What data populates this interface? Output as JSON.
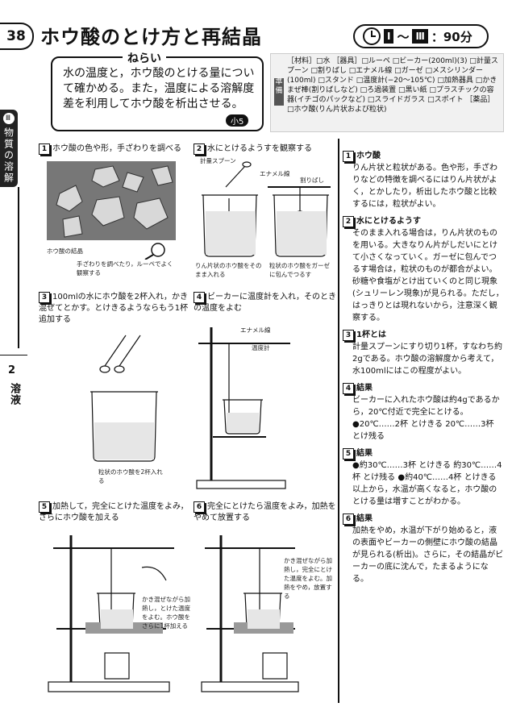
{
  "page_number": "38",
  "title": "ホウ酸のとけ方と再結晶",
  "time": {
    "from": "Ⅰ",
    "sep": "〜",
    "to": "Ⅲ",
    "duration": "：90分"
  },
  "aim": {
    "label": "ねらい",
    "text": "水の温度と，ホウ酸のとける量について確かめる。また，温度による溶解度差を利用してホウ酸を析出させる。",
    "grade": "小",
    "grade_num": "5"
  },
  "prep": {
    "side_label": "準備",
    "text": "［材料］□水 ［器具］□ルーペ □ビーカー(200ml)(3) □計量スプーン □割りばし □エナメル線 □ガーゼ □メスシリンダー(100ml) □スタンド □温度計(−20〜105℃) □加熱器具 □かきまぜ棒(割りばしなど) □ろ過装置 □黒い紙 □プラスチックの容器(イチゴのパックなど) □スライドガラス □スポイト ［薬品］□ホウ酸(りん片状および粒状)"
  },
  "sidebar": {
    "unit_num": "Ⅲ",
    "unit_label": "物質の溶解",
    "chapter_num": "2",
    "chapter_label": "溶液"
  },
  "steps": [
    {
      "num": "1",
      "text": "ホウ酸の色や形，手ざわりを調べる"
    },
    {
      "num": "2",
      "text": "水にとけるようすを観察する"
    },
    {
      "num": "3",
      "text": "100mlの水にホウ酸を2杯入れ，かき混ぜてとかす。とけきるようならもう1杯追加する"
    },
    {
      "num": "4",
      "text": "ビーカーに温度計を入れ，そのときの温度をよむ"
    },
    {
      "num": "5",
      "text": "加熱して，完全にとけた温度をよみ，さらにホウ酸を加える"
    },
    {
      "num": "6",
      "text": "完全にとけたら温度をよみ，加熱をやめて放置する"
    }
  ],
  "captions": {
    "crystal": "ホウ酸の結晶",
    "touch": "手ざわりを調べたり，ルーペでよく観察する",
    "spoon": "計量スプーン",
    "enamel": "エナメル線",
    "chopstick": "割りばし",
    "flake_direct": "りん片状のホウ酸をそのまま入れる",
    "gauze": "粒状のホウ酸をガーゼに包んでつるす",
    "add2": "粒状のホウ酸を2杯入れる",
    "enamel2": "エナメル線",
    "thermo": "温度計",
    "heat_stir": "かき混ぜながら加熱し，とけた温度をよむ。ホウ酸をさらに1杯加える",
    "stir_read": "かき混ぜながら加熱し，完全にとけた温度をよむ。加熱をやめ，放置する"
  },
  "notes": [
    {
      "num": "1",
      "head": "ホウ酸",
      "body": "りん片状と粒状がある。色や形，手ざわりなどの特徴を調べるにはりん片状がよく，とかしたり，析出したホウ酸と比較するには，粒状がよい。"
    },
    {
      "num": "2",
      "head": "水にとけるようす",
      "body": "そのまま入れる場合は，りん片状のものを用いる。大きなりん片がしだいにとけて小さくなっていく。ガーゼに包んでつるす場合は，粒状のものが都合がよい。砂糖や食塩がとけ出ていくのと同じ現象(シュリーレン現象)が見られる。ただし，はっきりとは現れないから，注意深く観察する。"
    },
    {
      "num": "3",
      "head": "1杯とは",
      "body": "計量スプーンにすり切り1杯，すなわち約2gである。ホウ酸の溶解度から考えて，水100mlにはこの程度がよい。"
    },
    {
      "num": "4",
      "head": "結果",
      "body": "ビーカーに入れたホウ酸は約4gであるから，20℃付近で完全にとける。●20℃……2杯 とけきる 20℃……3杯 とけ残る"
    },
    {
      "num": "5",
      "head": "結果",
      "body": "●約30℃……3杯 とけきる 約30℃……4杯 とけ残る ●約40℃……4杯 とけきる 以上から，水温が高くなると，ホウ酸のとける量は増すことがわかる。"
    },
    {
      "num": "6",
      "head": "結果",
      "body": "加熱をやめ，水温が下がり始めると，液の表面やビーカーの側壁にホウ酸の結晶が見られる(析出)。さらに，その結晶がビーカーの底に沈んで，たまるようになる。"
    }
  ]
}
